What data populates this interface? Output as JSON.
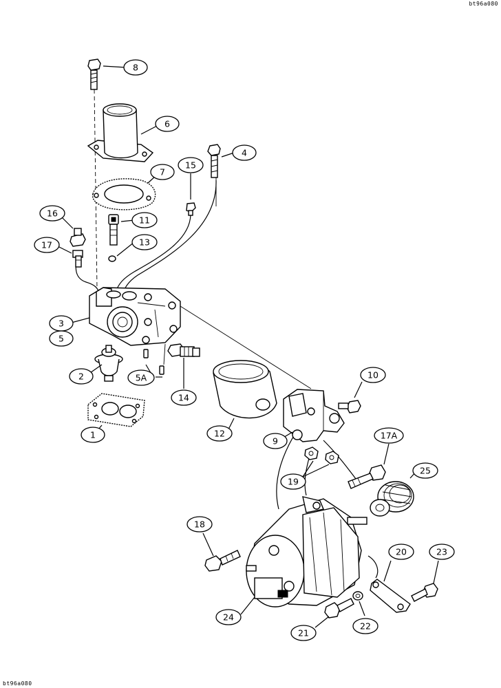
{
  "drawing_code": "bt96a080",
  "callouts": [
    {
      "label": "1"
    },
    {
      "label": "2"
    },
    {
      "label": "3"
    },
    {
      "label": "4"
    },
    {
      "label": "5"
    },
    {
      "label": "5A"
    },
    {
      "label": "6"
    },
    {
      "label": "7"
    },
    {
      "label": "8"
    },
    {
      "label": "9"
    },
    {
      "label": "10"
    },
    {
      "label": "11"
    },
    {
      "label": "12"
    },
    {
      "label": "13"
    },
    {
      "label": "14"
    },
    {
      "label": "15"
    },
    {
      "label": "16"
    },
    {
      "label": "17"
    },
    {
      "label": "17A"
    },
    {
      "label": "18"
    },
    {
      "label": "19"
    },
    {
      "label": "20"
    },
    {
      "label": "21"
    },
    {
      "label": "22"
    },
    {
      "label": "23"
    },
    {
      "label": "24"
    },
    {
      "label": "25"
    }
  ]
}
